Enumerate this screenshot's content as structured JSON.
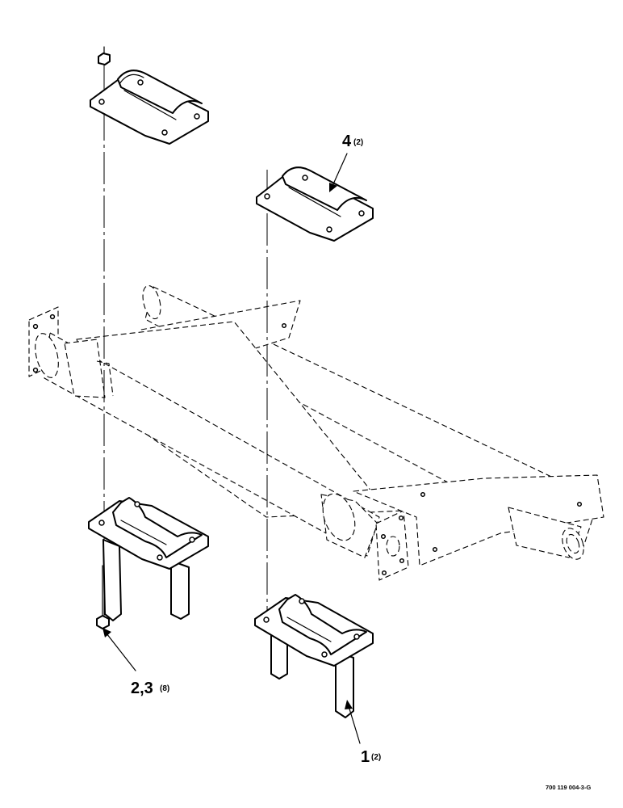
{
  "callouts": [
    {
      "id": "4",
      "number": "4",
      "qty": "(2)"
    },
    {
      "id": "2-3",
      "number": "2,3",
      "qty": "(8)"
    },
    {
      "id": "1",
      "number": "1",
      "qty": "(2)"
    }
  ],
  "figure_ref": "700 119 004-3-G"
}
